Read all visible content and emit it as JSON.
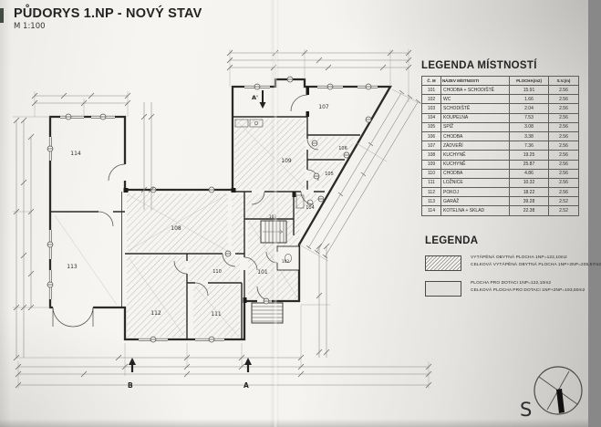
{
  "title": "PŮDORYS 1.NP - NOVÝ STAV",
  "scale": "M 1:100",
  "room_legend": {
    "heading": "LEGENDA MÍSTNOSTÍ",
    "columns": [
      "Č. M",
      "NÁZEV MÍSTNOSTI",
      "PLOCHA(m2)",
      "S.V.(m)"
    ],
    "rows": [
      {
        "num": "101",
        "name": "CHODBA + SCHODIŠTĚ",
        "area": "15.91",
        "height": "2.56"
      },
      {
        "num": "102",
        "name": "WC",
        "area": "1.66",
        "height": "2.56"
      },
      {
        "num": "103",
        "name": "SCHODIŠTĚ",
        "area": "2.04",
        "height": "2.56"
      },
      {
        "num": "104",
        "name": "KOUPELNA",
        "area": "7.53",
        "height": "2.56"
      },
      {
        "num": "105",
        "name": "SPÍŽ",
        "area": "3.08",
        "height": "2.56"
      },
      {
        "num": "106",
        "name": "CHODBA",
        "area": "3.38",
        "height": "2.56"
      },
      {
        "num": "107",
        "name": "ZÁDVEŘÍ",
        "area": "7.36",
        "height": "2.56"
      },
      {
        "num": "108",
        "name": "KUCHYNĚ",
        "area": "19.25",
        "height": "2.56"
      },
      {
        "num": "109",
        "name": "KUCHYNĚ",
        "area": "25.87",
        "height": "2.56"
      },
      {
        "num": "110",
        "name": "CHODBA",
        "area": "4.86",
        "height": "2.56"
      },
      {
        "num": "111",
        "name": "LOŽNICE",
        "area": "10.32",
        "height": "2.56"
      },
      {
        "num": "112",
        "name": "POKOJ",
        "area": "18.22",
        "height": "2.56"
      },
      {
        "num": "113",
        "name": "GARÁŽ",
        "area": "39.28",
        "height": "2.52"
      },
      {
        "num": "114",
        "name": "KOTELNA + SKLAD",
        "area": "22.38",
        "height": "2.52"
      }
    ]
  },
  "legend": {
    "heading": "LEGENDA",
    "items": [
      {
        "swatch": "hatched",
        "line1": "VYTÁPĚNÁ OBYTNÁ PLOCHA 1NP=122,10m2",
        "line2": "CELKOVÁ VYTÁPĚNÁ OBYTNÁ PLOCHA 1NP+2NP=205,57m2"
      },
      {
        "swatch": "plain",
        "line1": "PLOCHA PRO DOTACI 1NP=122,10m2",
        "line2": "CELKOVÁ PLOCHA PRO DOTACI 1NP+2NP=193,60m2"
      }
    ]
  },
  "plan": {
    "section_markers": [
      {
        "label": "B"
      },
      {
        "label": "A"
      },
      {
        "label": "A'"
      }
    ]
  },
  "compass": {
    "label": "S"
  },
  "colors": {
    "paper": "#f5f4f0",
    "ink": "#2b2a28",
    "hatch": "#a8a6a2",
    "dim": "#8a8885"
  }
}
